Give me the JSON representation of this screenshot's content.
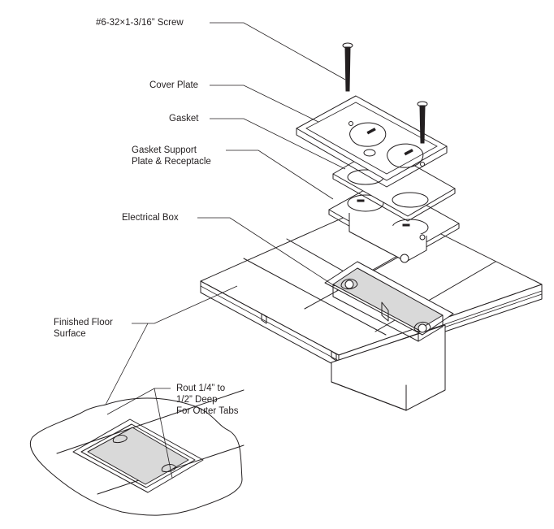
{
  "labels": {
    "screw": "#6-32×1-3/16” Screw",
    "cover_plate": "Cover Plate",
    "gasket": "Gasket",
    "gasket_support_line1": "Gasket Support",
    "gasket_support_line2": "Plate & Receptacle",
    "electrical_box": "Electrical Box",
    "finished_floor_line1": "Finished Floor",
    "finished_floor_line2": "Surface",
    "rout_line1": "Rout 1/4” to",
    "rout_line2": "1/2” Deep",
    "rout_line3": "For Outer Tabs"
  },
  "colors": {
    "line": "#231f20",
    "background": "#ffffff"
  }
}
